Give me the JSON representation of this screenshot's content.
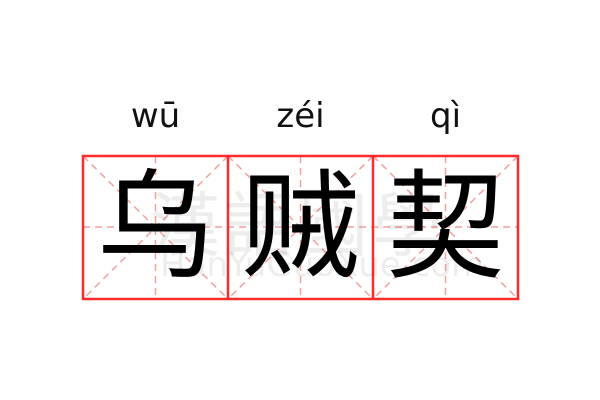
{
  "word": {
    "characters": [
      "乌",
      "贼",
      "契"
    ],
    "pinyin": [
      "wū",
      "zéi",
      "qì"
    ]
  },
  "watermark": {
    "chinese": "漢語國學",
    "latin": "HanYuGuoXue.com"
  },
  "colors": {
    "grid_border": "#ff2a2a",
    "grid_guides": "#f4a0a0",
    "text": "#000000"
  }
}
